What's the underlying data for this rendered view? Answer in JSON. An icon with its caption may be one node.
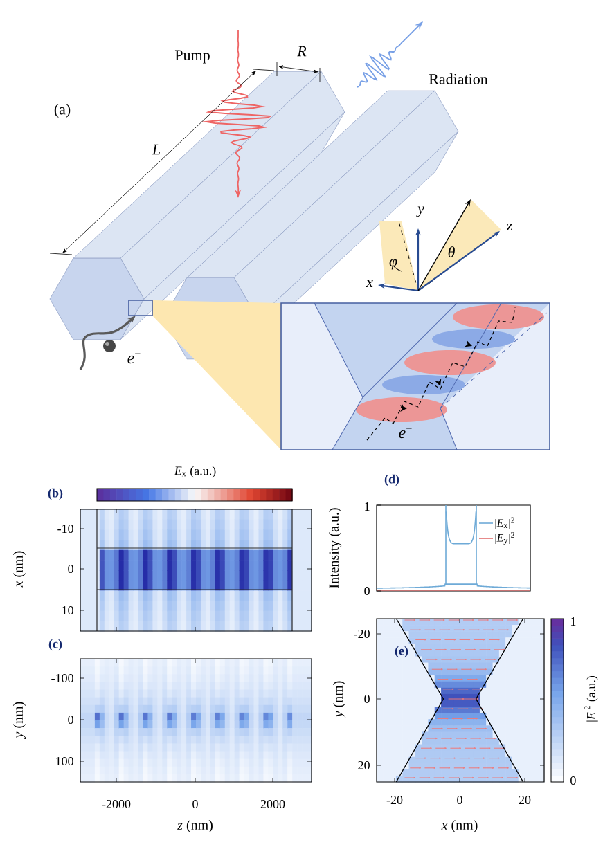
{
  "diagram": {
    "labels": [
      "(a)",
      "Pump",
      "R",
      "Radiation",
      "L",
      "y",
      "z",
      "x",
      "φ",
      "θ",
      "*e*$^{−}$",
      "*e*$^{−}$",
      "*E*$_{x}$ (a.u.)",
      "(b)",
      "-10",
      "0",
      "10",
      "*x* (nm)",
      "(c)",
      "-100",
      "0",
      "100",
      "*y* (nm)",
      "-2000",
      "0",
      "2000",
      "*z* (nm)",
      "(d)",
      "1",
      "0",
      "Intensity (a.u.)",
      "(e)",
      "-20",
      "0",
      "20",
      "*y* (nm)",
      "-20",
      "0",
      "20",
      "*x* (nm)",
      "1",
      "0",
      "|*E*|$^{2}$ (a.u.)"
    ],
    "legend": [
      {
        "text": "|*E*$_{x}$|$^{2}$"
      },
      {
        "text": "|*E*$_{y}$|$^{2}$"
      }
    ]
  }
}
